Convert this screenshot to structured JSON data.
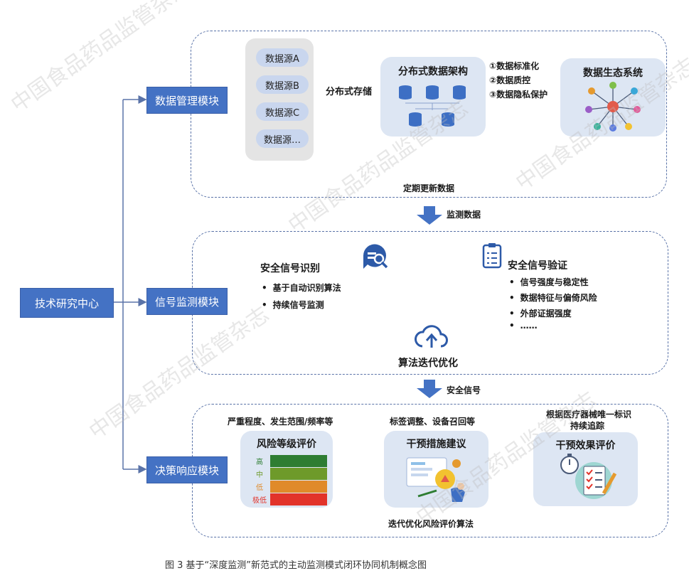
{
  "center": "技术研究中心",
  "modules": {
    "data": "数据管理模块",
    "signal": "信号监测模块",
    "decision": "决策响应模块"
  },
  "data_panel": {
    "sources": [
      "数据源A",
      "数据源B",
      "数据源C",
      "数据源…"
    ],
    "store_label": "分布式存储",
    "architecture": "分布式数据架构",
    "steps": [
      "①数据标准化",
      "②数据质控",
      "③数据隐私保护"
    ],
    "ecosystem": "数据生态系统",
    "update_label": "定期更新数据"
  },
  "flow1_label": "监测数据",
  "signal_panel": {
    "identify_title": "安全信号识别",
    "identify_items": [
      "基于自动识别算法",
      "持续信号监测"
    ],
    "verify_title": "安全信号验证",
    "verify_items": [
      "信号强度与稳定性",
      "数据特征与偏倚风险",
      "外部证据强度",
      "……"
    ],
    "iterate_label": "算法迭代优化"
  },
  "flow2_label": "安全信号",
  "decision_panel": {
    "risk_note": "严重程度、发生范围/频率等",
    "risk_title": "风险等级评价",
    "risk_levels": [
      "高",
      "中",
      "低",
      "极低"
    ],
    "risk_colors": [
      "#2e7d32",
      "#6e9a2a",
      "#e08a2a",
      "#e2332a"
    ],
    "intervene_note": "标签调整、设备召回等",
    "intervene_title": "干预措施建议",
    "effect_note_1": "根据医疗器械唯一标识",
    "effect_note_2": "持续追踪",
    "effect_title": "干预效果评价",
    "loop_label": "迭代优化风险评价算法"
  },
  "caption": "图 3   基于“深度监测”新范式的主动监测模式闭环协同机制概念图",
  "watermark": "中国食品药品监管杂志",
  "colors": {
    "accent": "#4472c4",
    "card": "#dde6f3",
    "line": "#5a73a8"
  }
}
